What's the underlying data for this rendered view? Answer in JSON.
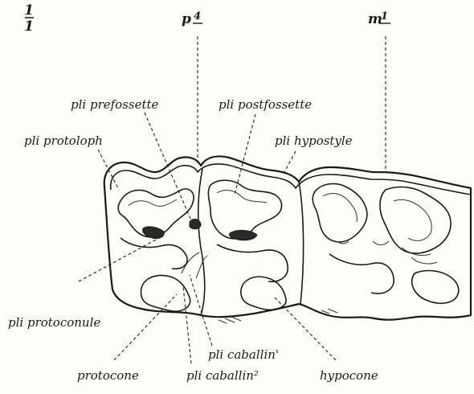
{
  "scale_label": {
    "num": "1",
    "den": "1"
  },
  "teeth": {
    "p4": {
      "letter": "p",
      "index": "4"
    },
    "m1": {
      "letter": "m",
      "index": "1"
    }
  },
  "labels": {
    "pli_prefossette": "pli prefossette",
    "pli_postfossette": "pli postfossette",
    "pli_protoloph": "pli protoloph",
    "pli_hypostyle": "pli hypostyle",
    "pli_protoconule": "pli protoconule",
    "pli_caballin_1": "pli caballin'",
    "protocone": "protocone",
    "pli_caballin_2": "pli caballin²",
    "hypocone": "hypocone"
  }
}
